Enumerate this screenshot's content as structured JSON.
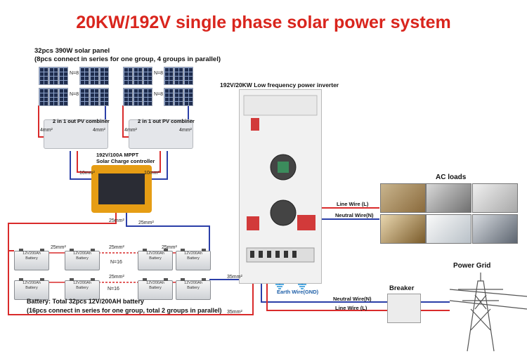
{
  "title": "20KW/192V single  phase solar power system",
  "solar": {
    "heading_line1": "32pcs 390W solar panel",
    "heading_line2": "(8pcs connect in series for one group, 4 groups in parallel)",
    "group_count_label": "N=8",
    "combiner_label": "2 in 1 out PV combiner",
    "cable_label": "4mm²"
  },
  "controller": {
    "label_line1": "192V/100A MPPT",
    "label_line2": "Solar Charge controller",
    "cable_label_pv": "10mm²",
    "cable_label_batt": "25mm²"
  },
  "inverter": {
    "label": "192V/20KW Low frequency power inverter"
  },
  "ac_loads": {
    "label": "AC loads"
  },
  "wires": {
    "line_wire": "Line Wire  (L)",
    "neutral_wire": "Neutral Wire(N)",
    "earth_wire": "Earth Wire(GND)",
    "cable_label": "35mm²"
  },
  "breaker": {
    "label": "Breaker"
  },
  "power_grid": {
    "label": "Power Grid"
  },
  "battery": {
    "unit_label_line1": "12V200Ah",
    "unit_label_line2": "Battery",
    "series_label": "N=16",
    "link_label": "25mm²",
    "caption_line1": "Battery:  Total 32pcs 12V/200AH battery",
    "caption_line2": "(16pcs connect in series for one group, total 2 groups in parallel)"
  },
  "colors": {
    "title": "#d9251d",
    "positive": "#d92b2b",
    "negative": "#2b3fa8",
    "earth": "#1e8fd6"
  }
}
